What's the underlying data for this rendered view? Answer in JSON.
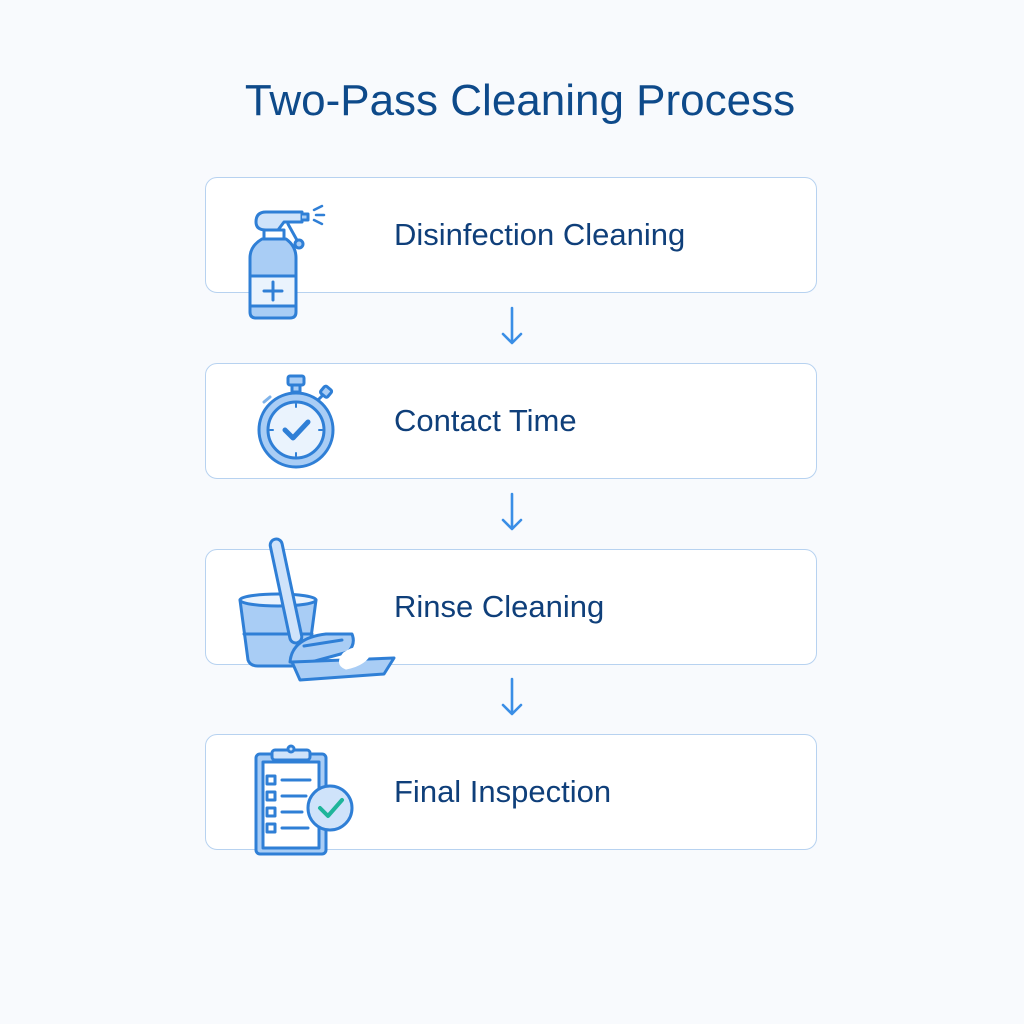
{
  "title": "Two-Pass Cleaning Process",
  "colors": {
    "title": "#0e4a8a",
    "label": "#0f3f7a",
    "card_border": "#b7d2f0",
    "icon_stroke": "#2f7fd6",
    "icon_fill": "#a9cdf5",
    "arrow": "#3a8ee6",
    "check_teal": "#1fb59a",
    "background": "#f8fafd"
  },
  "steps": [
    {
      "label": "Disinfection Cleaning",
      "icon": "spray-bottle-icon"
    },
    {
      "label": "Contact Time",
      "icon": "stopwatch-check-icon"
    },
    {
      "label": "Rinse Cleaning",
      "icon": "bucket-mop-icon"
    },
    {
      "label": "Final Inspection",
      "icon": "clipboard-check-icon"
    }
  ],
  "connectors": [
    "down-arrow",
    "down-arrow",
    "down-arrow"
  ]
}
